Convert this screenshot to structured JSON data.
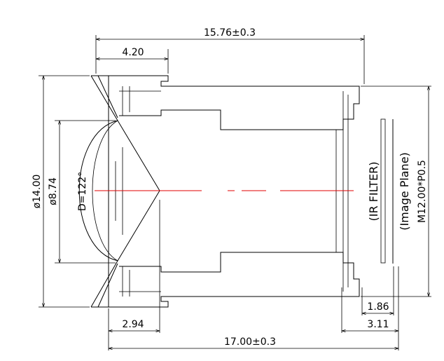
{
  "dimensions": {
    "overall_top": "15.76±0.3",
    "flange_width": "4.20",
    "overall_bottom": "17.00±0.3",
    "lens_depth": "2.94",
    "ir_filter_offset": "1.86",
    "image_plane_offset": "3.11",
    "outer_diameter": "ø14.00",
    "front_element_diameter": "ø8.74",
    "field_of_view": "D=122°",
    "thread": "M12.00*P0.5"
  },
  "labels": {
    "ir_filter": "(IR FILTER)",
    "image_plane": "(Image Plane)"
  },
  "colors": {
    "line": "#000000",
    "optical_axis": "#e00000"
  }
}
